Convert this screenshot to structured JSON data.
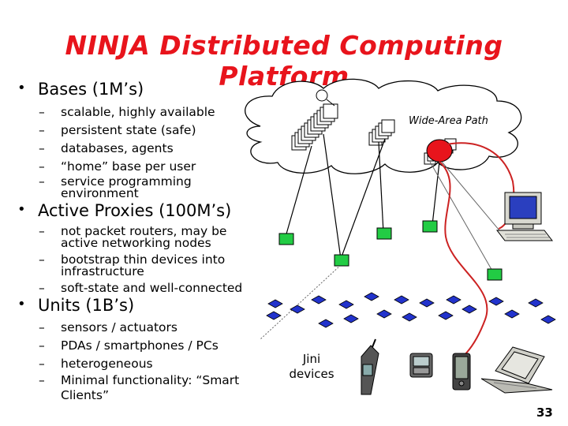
{
  "title": "NINJA Distributed Computing Platform",
  "bullets": [
    {
      "label": "Bases (1M’s)",
      "items": [
        "scalable, highly available",
        "persistent state (safe)",
        "databases, agents",
        "“home” base per user",
        "service programming environment"
      ]
    },
    {
      "label": "Active Proxies (100M’s)",
      "items": [
        "not packet routers, may be active networking nodes",
        "bootstrap thin devices into infrastructure",
        "soft-state and well-connected"
      ]
    },
    {
      "label": "Units (1B’s)",
      "items": [
        "sensors / actuators",
        "PDAs / smartphones / PCs",
        "heterogeneous",
        "Minimal functionality: “Smart Clients”"
      ]
    }
  ],
  "bullet_symbol": "•",
  "dash_symbol": "–",
  "diagram": {
    "wide_area_label": "Wide-Area Path",
    "jini_label": "Jini devices"
  },
  "page_number": "33",
  "colors": {
    "title": "#e8141c",
    "proxy_node": "#22cc44",
    "unit_node": "#2233cc",
    "path": "#cc2222",
    "home_base": "#e8141c"
  }
}
